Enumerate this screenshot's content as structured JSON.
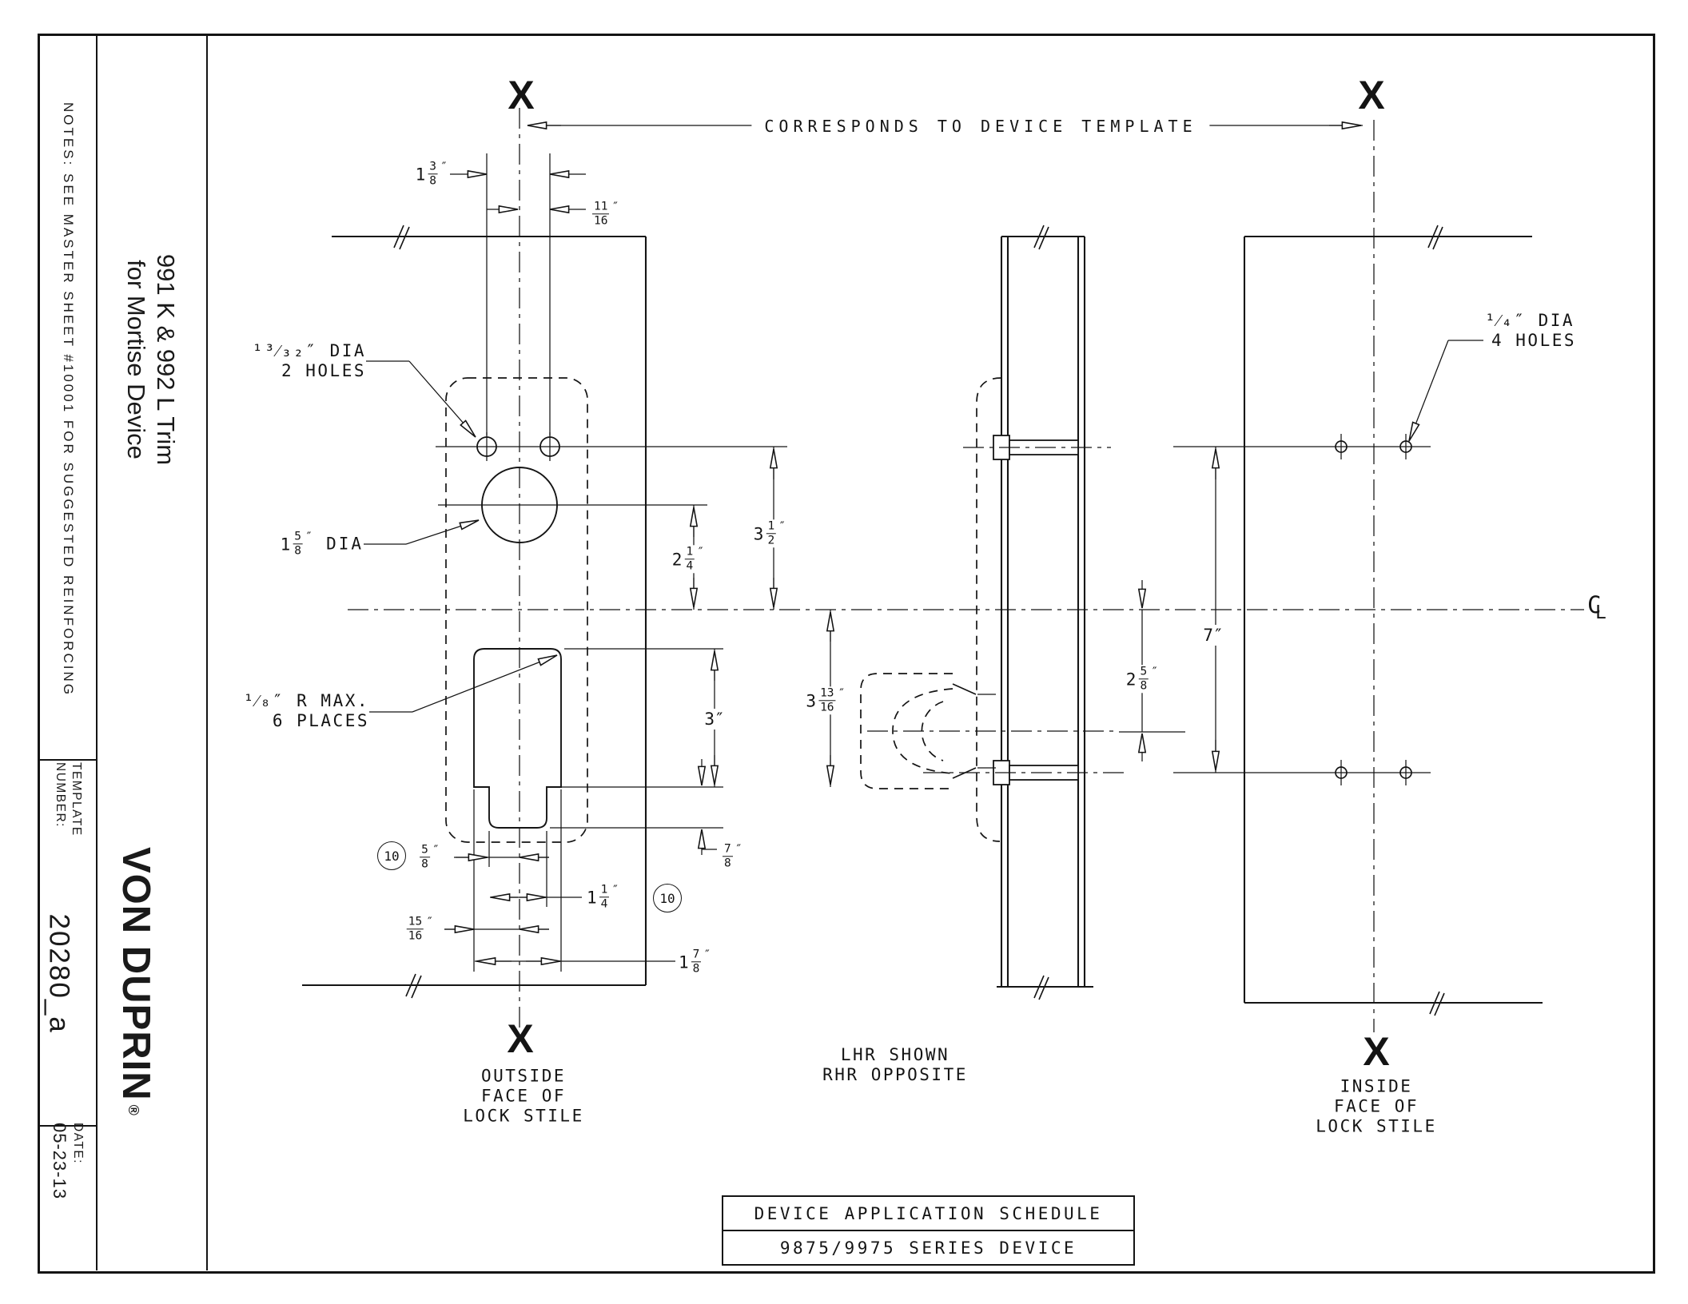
{
  "colors": {
    "ink": "#141414",
    "paper": "#ffffff"
  },
  "sidebar": {
    "notes": "NOTES: SEE MASTER SHEET #10001 FOR SUGGESTED REINFORCING",
    "product_title": {
      "line1": "991 K & 992 L Trim",
      "line2": "for Mortise Device"
    },
    "template": {
      "label_line1": "TEMPLATE",
      "label_line2": "NUMBER:",
      "number": "20280_a"
    },
    "brand": {
      "name": "VON DUPRIN",
      "reg": "®"
    },
    "date": {
      "label": "DATE:",
      "value": "05-23-13"
    }
  },
  "header": {
    "note": "CORRESPONDS TO DEVICE TEMPLATE"
  },
  "marks": {
    "x": "X"
  },
  "views": {
    "outside": {
      "l1": "OUTSIDE",
      "l2": "FACE OF",
      "l3": "LOCK STILE"
    },
    "inside": {
      "l1": "INSIDE",
      "l2": "FACE OF",
      "l3": "LOCK STILE"
    },
    "hand_note": {
      "l1": "LHR SHOWN",
      "l2": "RHR OPPOSITE"
    }
  },
  "callouts": {
    "two_holes": {
      "l1": "¹³⁄₃₂″ DIA",
      "l2": "2 HOLES"
    },
    "big_hole": {
      "whole": "1",
      "num": "5",
      "den": "8",
      "suffix": "DIA"
    },
    "radius": {
      "l1": "¹⁄₈″ R MAX.",
      "l2": "6 PLACES"
    },
    "four_holes": {
      "l1": "¹⁄₄″ DIA",
      "l2": "4 HOLES"
    },
    "balloon": "10"
  },
  "dims": {
    "spacing_1_38": {
      "w": "1",
      "n": "3",
      "d": "8"
    },
    "spacing_11_16": {
      "w": "",
      "n": "11",
      "d": "16"
    },
    "v_3_12": {
      "w": "3",
      "n": "1",
      "d": "2"
    },
    "v_2_14": {
      "w": "2",
      "n": "1",
      "d": "4"
    },
    "v_3": "3″",
    "v_3_1316": {
      "w": "3",
      "n": "13",
      "d": "16"
    },
    "v_7_8": {
      "w": "",
      "n": "7",
      "d": "8"
    },
    "w_5_8": {
      "w": "",
      "n": "5",
      "d": "8"
    },
    "w_1_14": {
      "w": "1",
      "n": "1",
      "d": "4"
    },
    "w_15_16": {
      "w": "",
      "n": "15",
      "d": "16"
    },
    "w_1_78": {
      "w": "1",
      "n": "7",
      "d": "8"
    },
    "v_2_58": {
      "w": "2",
      "n": "5",
      "d": "8"
    },
    "v_7": "7″"
  },
  "misc": {
    "inch": "″",
    "cl_c": "C",
    "cl_l": "L"
  },
  "schedule": {
    "title": "DEVICE APPLICATION SCHEDULE",
    "device": "9875/9975 SERIES DEVICE"
  }
}
